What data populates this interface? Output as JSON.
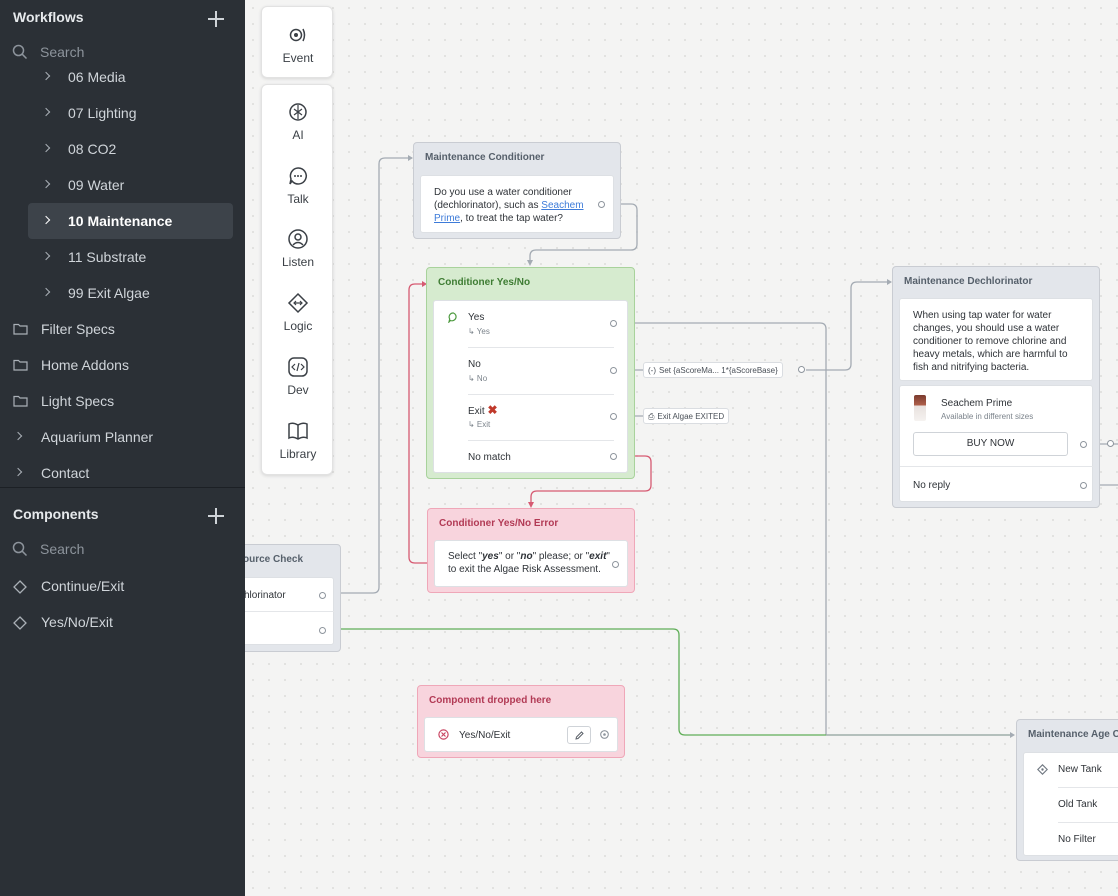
{
  "sidebar": {
    "workflows_title": "Workflows",
    "search_placeholder": "Search",
    "items": [
      {
        "label": "06 Media"
      },
      {
        "label": "07 Lighting"
      },
      {
        "label": "08 CO2"
      },
      {
        "label": "09 Water"
      },
      {
        "label": "10 Maintenance",
        "active": true
      },
      {
        "label": "11 Substrate"
      },
      {
        "label": "99 Exit Algae"
      }
    ],
    "folders": [
      {
        "label": "Filter Specs",
        "icon": "folder-icon"
      },
      {
        "label": "Home Addons",
        "icon": "folder-icon"
      },
      {
        "label": "Light Specs",
        "icon": "folder-icon"
      },
      {
        "label": "Aquarium Planner",
        "icon": "chevron-right-icon"
      },
      {
        "label": "Contact",
        "icon": "chevron-right-icon"
      }
    ],
    "components_title": "Components",
    "components": [
      {
        "label": "Continue/Exit",
        "icon": "diamond-icon"
      },
      {
        "label": "Yes/No/Exit",
        "icon": "diamond-icon"
      }
    ]
  },
  "toolbar": {
    "event": "Event",
    "ai": "AI",
    "talk": "Talk",
    "listen": "Listen",
    "logic": "Logic",
    "dev": "Dev",
    "library": "Library"
  },
  "nodes": {
    "maintenance_conditioner": {
      "title": "Maintenance Conditioner",
      "text_before": "Do you use a water conditioner (dechlorinator), such as ",
      "link": "Seachem Prime",
      "text_after": ", to treat the tap water?"
    },
    "conditioner_yes_no": {
      "title": "Conditioner Yes/No",
      "options": [
        {
          "label": "Yes",
          "sub": "↳ Yes"
        },
        {
          "label": "No",
          "sub": "↳ No"
        },
        {
          "label": "Exit",
          "sub": "↳ Exit"
        },
        {
          "label": "No match"
        }
      ]
    },
    "set_tag": "Set {aScoreMa... 1*{aScoreBase}",
    "exit_tag": "Exit Algae EXITED",
    "conditioner_error": {
      "title": "Conditioner Yes/No Error",
      "line1_a": "Select \"",
      "yes": "yes",
      "line1_b": "\" or \"",
      "no": "no",
      "line1_c": "\" please; or \"",
      "exit": "exit",
      "line1_d": "\"",
      "line2": "to exit the Algae Risk Assessment."
    },
    "source_check": {
      "title": "ource Check",
      "row": "hlorinator"
    },
    "component_dropped": {
      "title": "Component dropped here",
      "item": "Yes/No/Exit"
    },
    "maintenance_dechlorinator": {
      "title": "Maintenance Dechlorinator",
      "text": "When using tap water for water changes, you should use a water conditioner to remove chlorine and heavy metals, which are harmful to fish and nitrifying bacteria.",
      "product_name": "Seachem Prime",
      "product_sub": "Available in different sizes",
      "buy_label": "BUY NOW",
      "no_reply": "No reply"
    },
    "maintenance_age": {
      "title": "Maintenance Age Ce",
      "options": [
        "New Tank",
        "Old Tank",
        "No Filter"
      ]
    }
  },
  "colors": {
    "sidebar_bg": "#2b3036",
    "green_node": "#d6ebcf",
    "pink_node": "#f8d4dd",
    "wire_gray": "#a4abb3",
    "wire_red": "#d65a72",
    "wire_green": "#5fae57"
  }
}
